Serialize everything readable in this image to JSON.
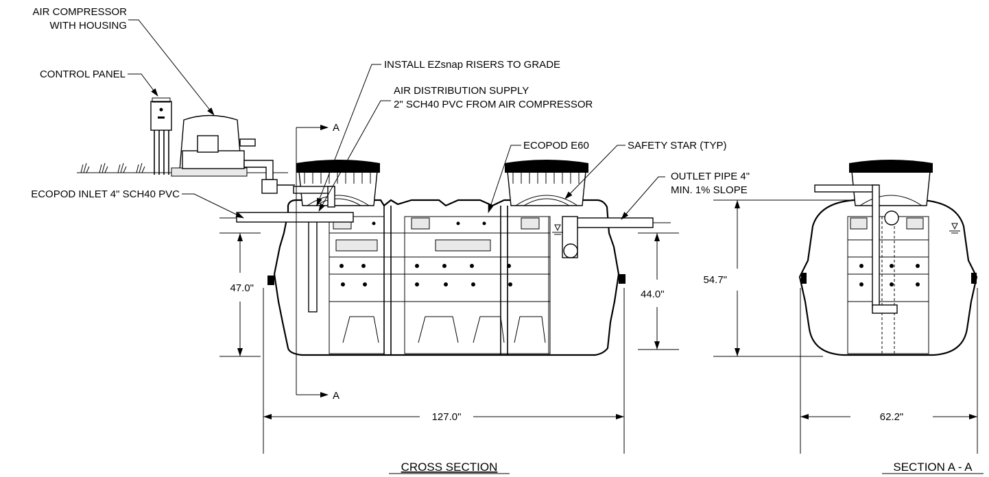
{
  "labels": {
    "air_compressor_line1": "AIR COMPRESSOR",
    "air_compressor_line2": "WITH HOUSING",
    "control_panel": "CONTROL PANEL",
    "risers": "INSTALL EZsnap RISERS TO GRADE",
    "air_supply_line1": "AIR DISTRIBUTION SUPPLY",
    "air_supply_line2": "2\" SCH40 PVC FROM AIR COMPRESSOR",
    "ecopod_e60": "ECOPOD E60",
    "safety_star": "SAFETY STAR (TYP)",
    "outlet_line1": "OUTLET PIPE 4\"",
    "outlet_line2": "MIN. 1% SLOPE",
    "inlet": "ECOPOD INLET 4\" SCH40 PVC",
    "section_marker_top": "A",
    "section_marker_bottom": "A"
  },
  "dimensions": {
    "inlet_height": "47.0\"",
    "outlet_height": "44.0\"",
    "overall_length": "127.0\"",
    "section_height": "54.7\"",
    "section_width": "62.2\""
  },
  "titles": {
    "cross_section": "CROSS SECTION",
    "section_aa": "SECTION A - A"
  }
}
